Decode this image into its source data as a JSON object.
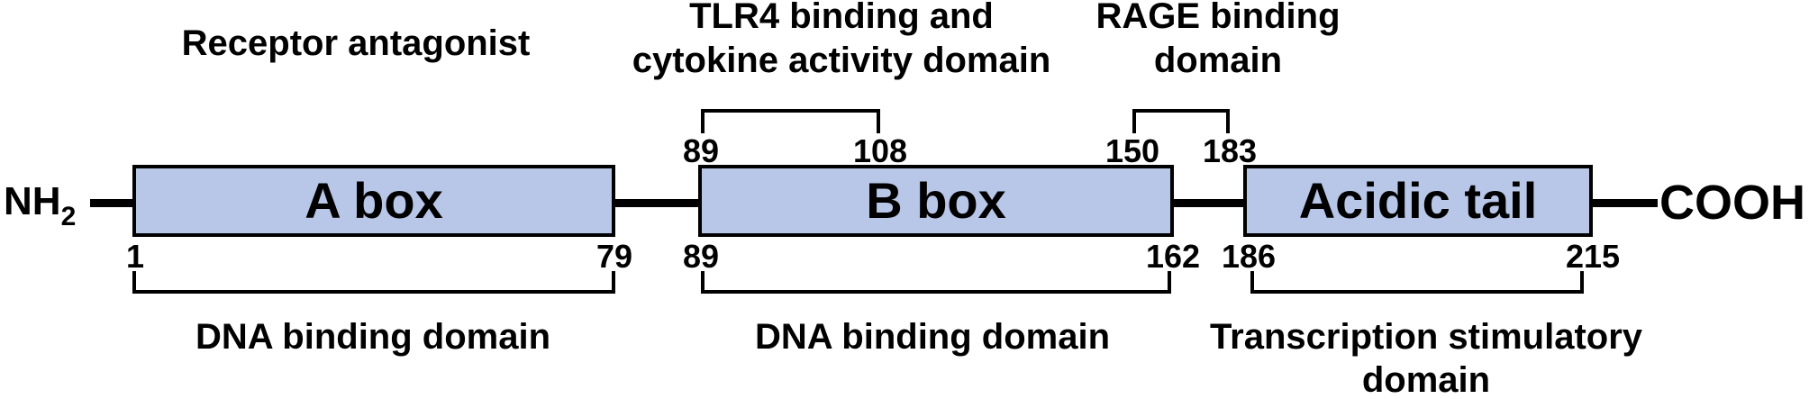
{
  "colors": {
    "background": "#ffffff",
    "domain_fill": "#b8c6e8",
    "domain_border": "#000000",
    "backbone": "#000000",
    "text": "#000000"
  },
  "termini": {
    "n_label": "NH",
    "n_subscript": "2",
    "c_label": "COOH"
  },
  "annotations_top": {
    "receptor_antagonist": "Receptor antagonist",
    "tlr4": {
      "line1": "TLR4 binding and",
      "line2": "cytokine activity domain",
      "start": "89",
      "end": "108"
    },
    "rage": {
      "line1": "RAGE binding",
      "line2": "domain",
      "start": "150",
      "end": "183"
    }
  },
  "domains": [
    {
      "label": "A box",
      "start": "1",
      "end": "79",
      "bottom_label": "DNA binding domain"
    },
    {
      "label": "B box",
      "start": "89",
      "end": "162",
      "bottom_label": "DNA binding domain"
    },
    {
      "label": "Acidic tail",
      "start": "186",
      "end": "215",
      "bottom_label_line1": "Transcription stimulatory",
      "bottom_label_line2": "domain"
    }
  ]
}
